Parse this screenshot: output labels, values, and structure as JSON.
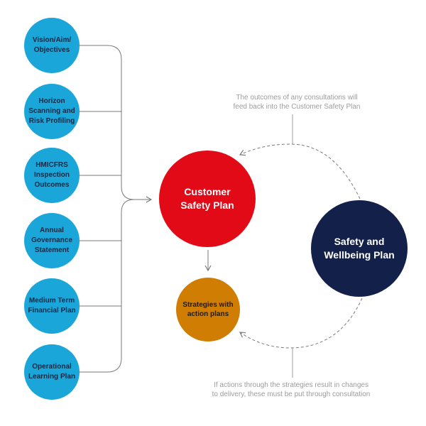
{
  "inputs": [
    {
      "lines": [
        "Vision/Aim/",
        "Objectives"
      ]
    },
    {
      "lines": [
        "Horizon",
        "Scanning and",
        "Risk Profiling"
      ]
    },
    {
      "lines": [
        "HMICFRS",
        "Inspection",
        "Outcomes"
      ]
    },
    {
      "lines": [
        "Annual",
        "Governance",
        "Statement"
      ]
    },
    {
      "lines": [
        "Medium Term",
        "Financial Plan"
      ]
    },
    {
      "lines": [
        "Operational",
        "Learning Plan"
      ]
    }
  ],
  "customer_safety_plan": {
    "label": "Customer Safety Plan"
  },
  "safety_wellbeing_plan": {
    "label": "Safety and Wellbeing Plan"
  },
  "strategies": {
    "label": "Strategies with action plans"
  },
  "notes": {
    "top": {
      "lines": [
        "The outcomes of any consultations will",
        "feed back into the Customer Safety Plan"
      ]
    },
    "bottom": {
      "lines": [
        "If actions through the strategies result in changes",
        "to delivery, these must be put through consultation"
      ]
    }
  },
  "colors": {
    "input_circle": "#1aa6d8",
    "customer_safety_plan": "#e30a17",
    "safety_wellbeing_plan": "#13214a",
    "strategies": "#cf7e03",
    "connector": "#7a7a7a",
    "note_text": "#9c9c9c"
  }
}
